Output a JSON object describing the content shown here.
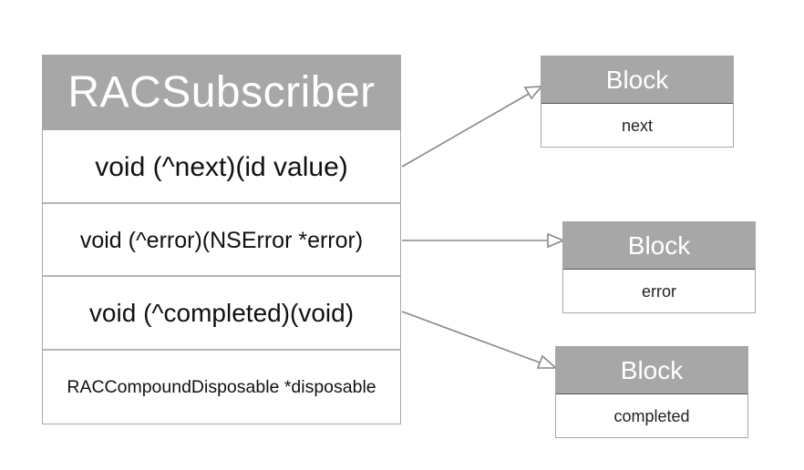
{
  "class": {
    "title": "RACSubscriber",
    "members": [
      "void (^next)(id value)",
      "void (^error)(NSError *error)",
      "void (^completed)(void)",
      "RACCompoundDisposable *disposable"
    ]
  },
  "blocks": [
    {
      "title": "Block",
      "label": "next"
    },
    {
      "title": "Block",
      "label": "error"
    },
    {
      "title": "Block",
      "label": "completed"
    }
  ],
  "colors": {
    "header": "#a7a7a7",
    "border": "#a8a8a8",
    "text": "#111111",
    "arrow": "#888888"
  }
}
